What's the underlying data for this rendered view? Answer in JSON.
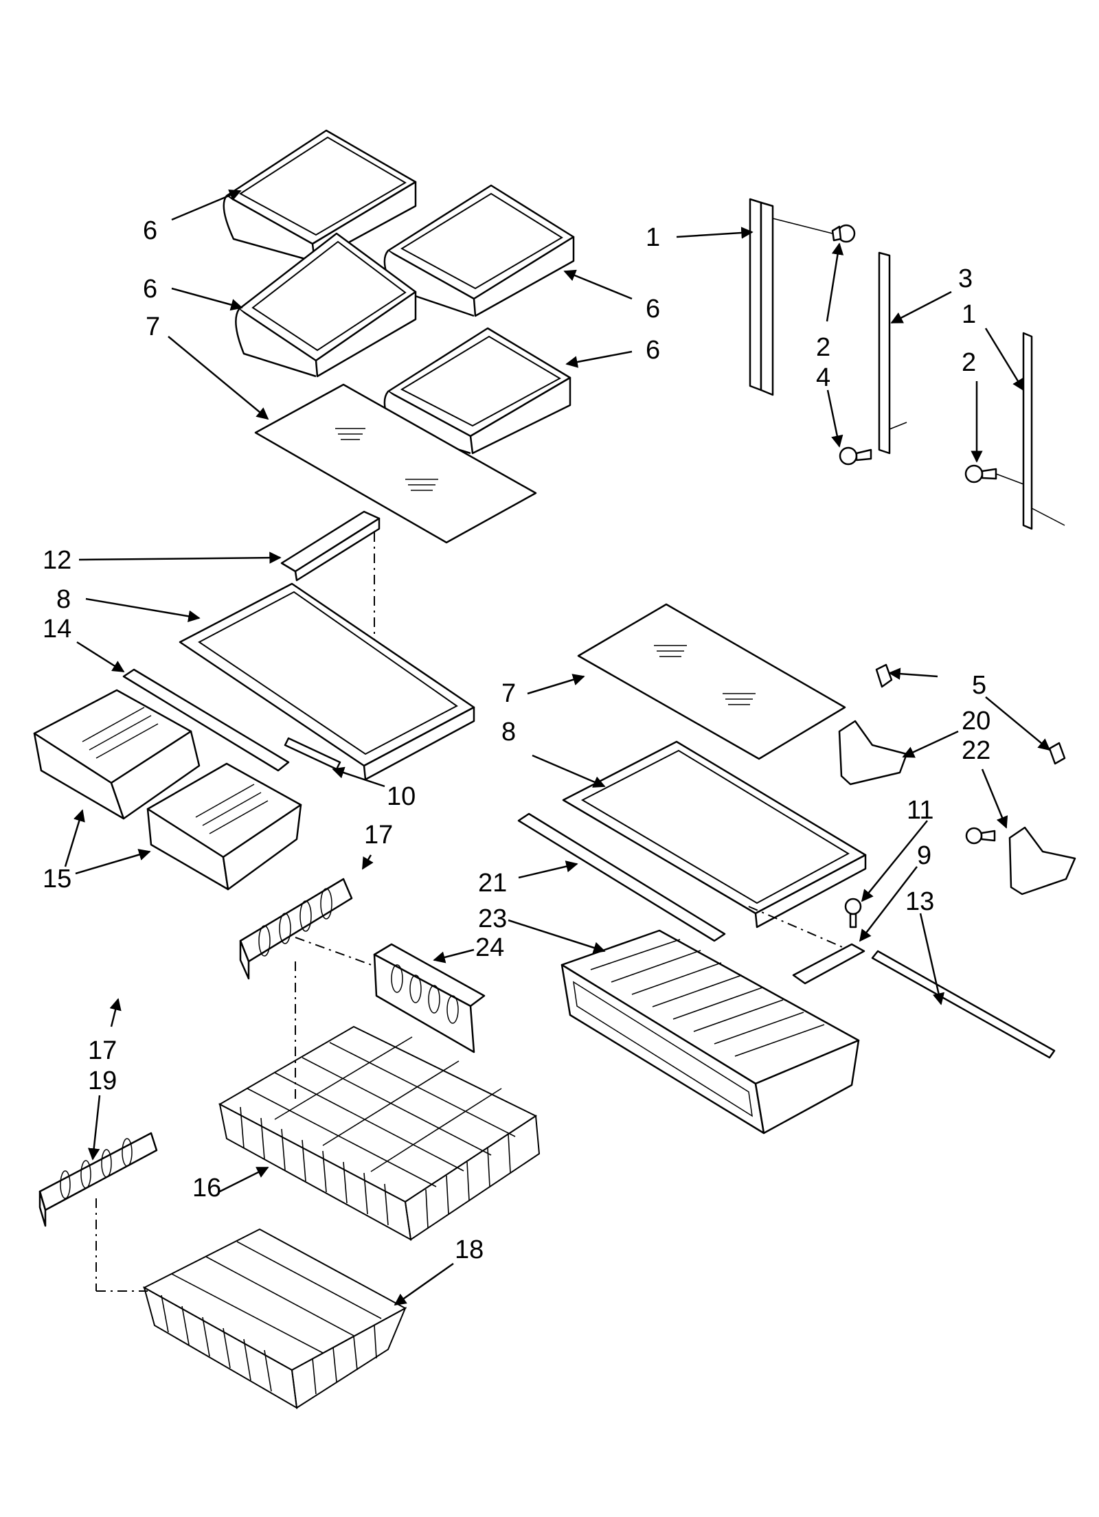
{
  "callouts": {
    "c6a": "6",
    "c6b": "6",
    "c6c": "6",
    "c6d": "6",
    "c7a": "7",
    "c7b": "7",
    "c1a": "1",
    "c1b": "1",
    "c2a": "2",
    "c2b": "2",
    "c3": "3",
    "c4": "4",
    "c5": "5",
    "c8a": "8",
    "c8b": "8",
    "c9": "9",
    "c10": "10",
    "c11": "11",
    "c12": "12",
    "c13": "13",
    "c14": "14",
    "c15": "15",
    "c16": "16",
    "c17a": "17",
    "c17b": "17",
    "c18": "18",
    "c19": "19",
    "c20": "20",
    "c21": "21",
    "c22": "22",
    "c23": "23",
    "c24": "24"
  }
}
